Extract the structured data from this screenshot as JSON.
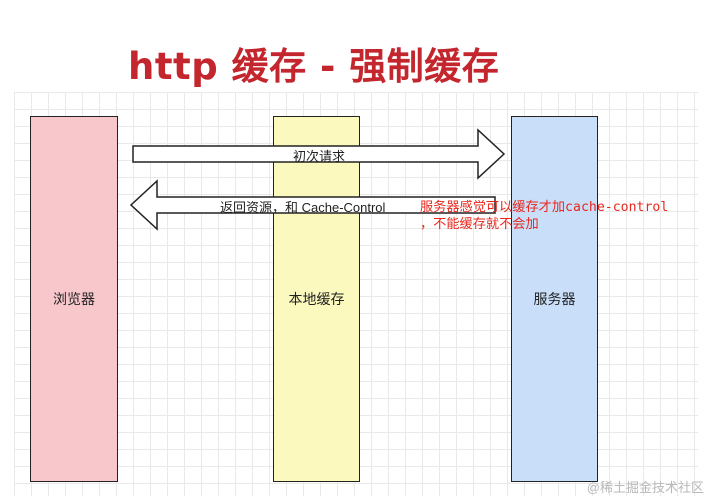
{
  "title": "http 缓存 - 强制缓存",
  "columns": {
    "browser": "浏览器",
    "cache": "本地缓存",
    "server": "服务器"
  },
  "arrows": {
    "request": "初次请求",
    "response": "返回资源，和 Cache-Control"
  },
  "note": {
    "line1": "服务器感觉可以缓存才加cache-control",
    "line2": "，不能缓存就不会加"
  },
  "watermark": "@稀土掘金技术社区",
  "colors": {
    "title": "#c4262e",
    "browser": "#f8c7cc",
    "cache": "#fbf9bd",
    "server": "#c9def9",
    "note": "#e8281e"
  }
}
